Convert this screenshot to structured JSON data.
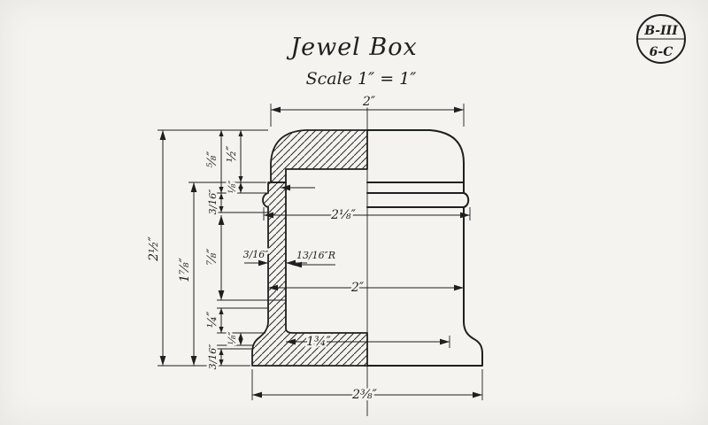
{
  "title": "Jewel Box",
  "scale_note": "Scale 1″ = 1″",
  "stamp": {
    "top": "B-III",
    "bottom": "6-C"
  },
  "dims": {
    "top_width": "2″",
    "overall_height": "2½″",
    "upper_height": "1⅞″",
    "lid_height": "⅝″",
    "lid_depth": "½″",
    "lip_depth": "3/16″",
    "bead_height": "⅛″",
    "bead_diameter": "2⅛″",
    "wall_height": "⅞″",
    "wall_thickness": "3/16″",
    "corner_radius": "13/16″R",
    "body_diameter": "2″",
    "foot_height": "¼″",
    "foot_step": "⅛″",
    "base_height": "3/16″",
    "base_inner_width": "1¾″",
    "base_width": "2⅜″"
  },
  "colors": {
    "ink": "#1f1f1f",
    "paper": "#f4f3ef"
  }
}
